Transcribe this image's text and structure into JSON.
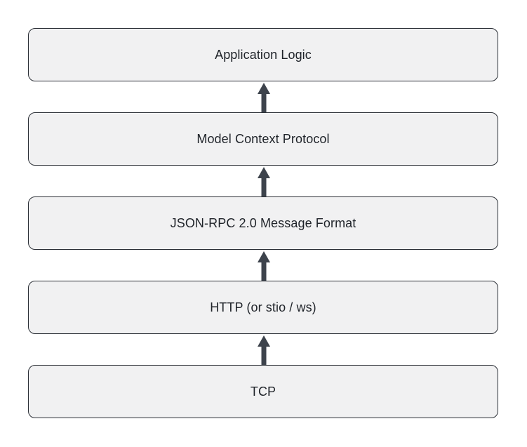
{
  "diagram": {
    "layers": [
      {
        "label": "Application Logic"
      },
      {
        "label": "Model Context Protocol"
      },
      {
        "label": "JSON-RPC 2.0 Message Format"
      },
      {
        "label": "HTTP (or stio / ws)"
      },
      {
        "label": "TCP"
      }
    ],
    "arrow_color": "#3d434c",
    "box_fill": "#f1f1f2",
    "box_border": "#2b2f36"
  }
}
